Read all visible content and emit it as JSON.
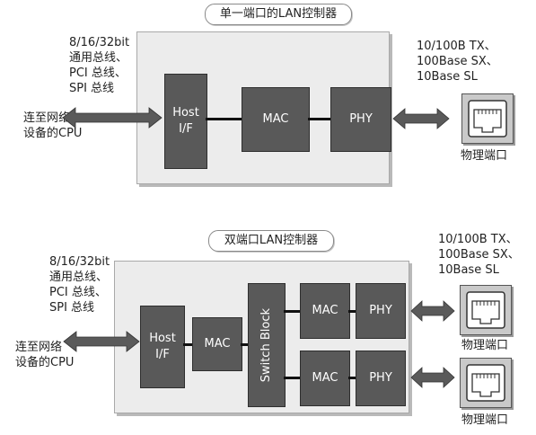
{
  "top": {
    "title": "单一端口的LAN控制器",
    "bus_label": "8/16/32bit\n通用总线、\nPCI 总线、\nSPI 总线",
    "cpu_label": "连至网络\n设备的CPU",
    "host_if": "Host\nI/F",
    "mac": "MAC",
    "phy": "PHY",
    "media_label": "10/100B TX、\n100Base SX、\n10Base SL",
    "port_label": "物理端口"
  },
  "bottom": {
    "title": "双端口LAN控制器",
    "bus_label": "8/16/32bit\n通用总线、\nPCI 总线、\nSPI 总线",
    "cpu_label": "连至网络\n设备的CPU",
    "host_if": "Host\nI/F",
    "mac": "MAC",
    "switch_block": "Switch Block",
    "mac1": "MAC",
    "phy1": "PHY",
    "mac2": "MAC",
    "phy2": "PHY",
    "media_label": "10/100B TX、\n100Base SX、\n10Base SL",
    "port1_label": "物理端口",
    "port2_label": "物理端口"
  },
  "colors": {
    "block_fill": "#595959",
    "panel_fill": "#ececec",
    "arrow_fill": "#5a5a5a",
    "port_fill": "#c9c9c9"
  },
  "icons": [
    "double-arrow-icon",
    "rj45-port-icon"
  ]
}
